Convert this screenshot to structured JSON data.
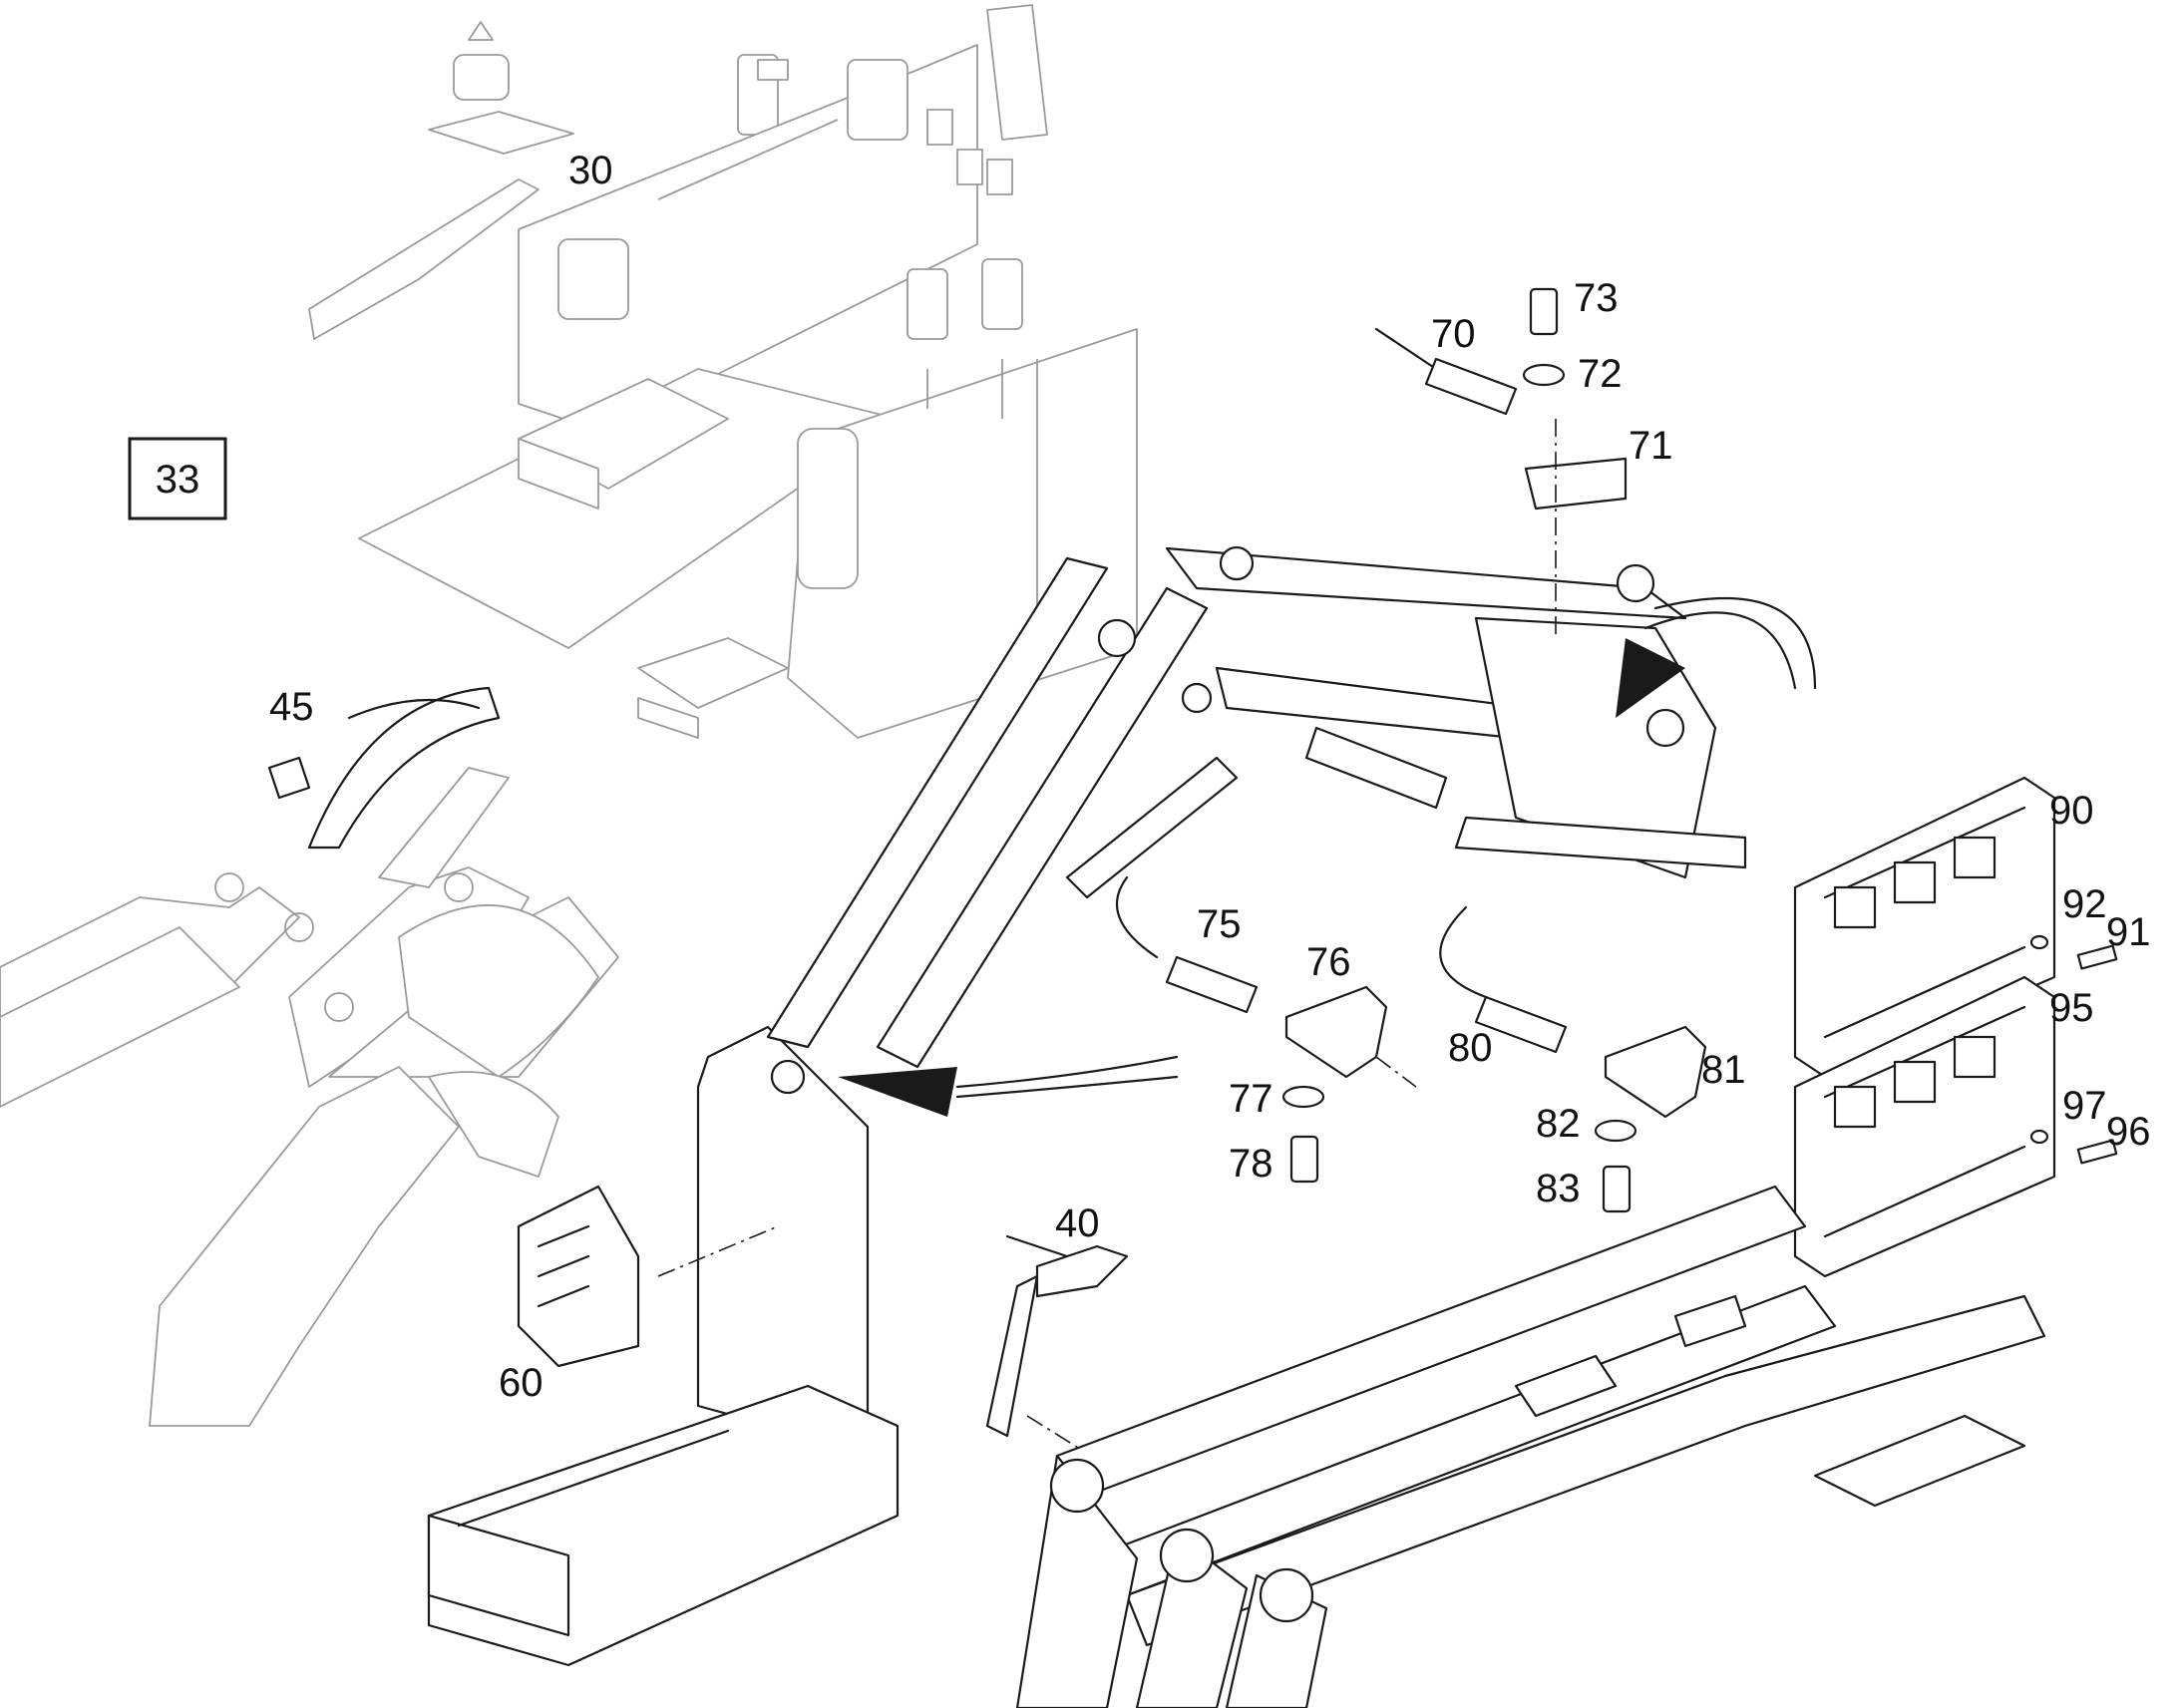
{
  "reference": {
    "label": "33"
  },
  "callouts": [
    {
      "id": "30",
      "label": "30"
    },
    {
      "id": "40",
      "label": "40"
    },
    {
      "id": "45",
      "label": "45"
    },
    {
      "id": "60",
      "label": "60"
    },
    {
      "id": "70",
      "label": "70"
    },
    {
      "id": "71",
      "label": "71"
    },
    {
      "id": "72",
      "label": "72"
    },
    {
      "id": "73",
      "label": "73"
    },
    {
      "id": "75",
      "label": "75"
    },
    {
      "id": "76",
      "label": "76"
    },
    {
      "id": "77",
      "label": "77"
    },
    {
      "id": "78",
      "label": "78"
    },
    {
      "id": "80",
      "label": "80"
    },
    {
      "id": "81",
      "label": "81"
    },
    {
      "id": "82",
      "label": "82"
    },
    {
      "id": "83",
      "label": "83"
    },
    {
      "id": "90",
      "label": "90"
    },
    {
      "id": "91",
      "label": "91"
    },
    {
      "id": "92",
      "label": "92"
    },
    {
      "id": "95",
      "label": "95"
    },
    {
      "id": "96",
      "label": "96"
    },
    {
      "id": "97",
      "label": "97"
    }
  ]
}
